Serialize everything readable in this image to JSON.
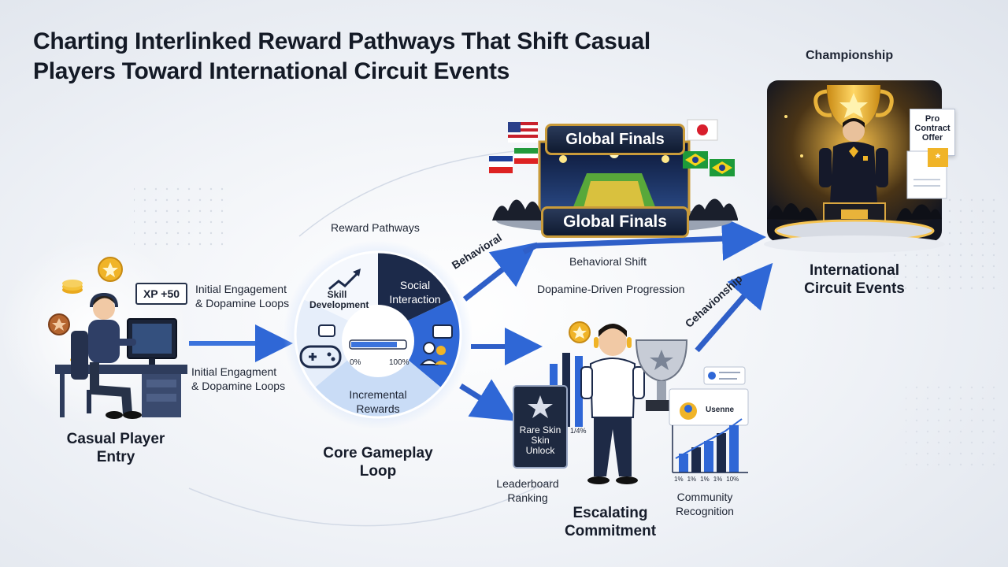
{
  "title": "Charting Interlinked Reward Pathways That Shift Casual Players Toward International Circuit Events",
  "labels": {
    "xp_badge": "XP +50",
    "initial_engagement_1": "Initial Engagement\n& Dopamine Loops",
    "initial_engagement_2": "Initial Engagment\n& Dopamine Loops",
    "casual_player": "Casual Player\nEntry",
    "reward_pathways": "Reward Pathways",
    "core_gameplay_loop": "Core Gameplay\nLoop",
    "skill_development": "Skill\nDevelopment",
    "social_interaction": "Social\nInteraction",
    "incremental_rewards": "Incremental\nRewards",
    "progress_start": "0%",
    "progress_end": "100%",
    "behavioral": "Behavioral",
    "behavioral_shift": "Behavioral Shift",
    "dopamine_progression": "Dopamine-Driven Progression",
    "cehavionship": "Cehavionship",
    "global_finals_top": "Global Finals",
    "global_finals_bottom": "Global Finals",
    "championship": "Championship",
    "pro_contract": "Pro\nContract\nOffer",
    "international_circuit": "International\nCircuit Events",
    "rare_skin": "Rare Skin\nSkin\nUnlock",
    "bar_value": "1/4%",
    "leaderboard": "Leaderboard\nRanking",
    "escalating": "Escalating\nCommitment",
    "community": "Community\nRecognition",
    "profile_name": "Usenne",
    "chart_ticks": [
      "1%",
      "1%",
      "1%",
      "1%",
      "10%"
    ]
  },
  "colors": {
    "accent_blue": "#2f67d6",
    "dark_navy": "#1c2a4a",
    "gold": "#f0b428",
    "light_blue": "#c9dcf6"
  }
}
